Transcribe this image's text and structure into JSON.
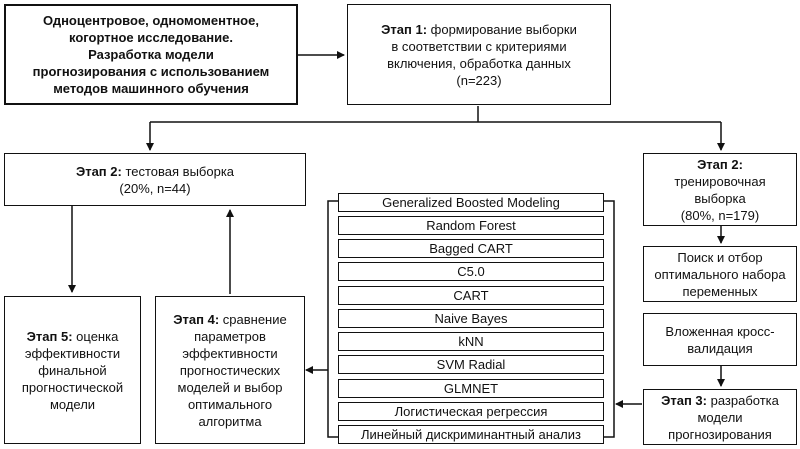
{
  "design": {
    "lines": [
      "Одноцентровое, одномоментное,",
      "когортное исследование.",
      "Разработка модели",
      "прогнозирования с использованием",
      "методов машинного обучения"
    ]
  },
  "stage1": {
    "label": "Этап 1:",
    "line1": " формирование выборки",
    "line2": "в соответствии с критериями",
    "line3": "включения, обработка данных",
    "line4": "(n=223)"
  },
  "stage2_test": {
    "label": "Этап 2:",
    "line1": " тестовая выборка",
    "line2": "(20%, n=44)"
  },
  "stage2_train": {
    "label": "Этап 2:",
    "line1": "тренировочная",
    "line2": "выборка",
    "line3": "(80%, n=179)"
  },
  "feature_selection": {
    "lines": [
      "Поиск и отбор",
      "оптимального набора",
      "переменных"
    ]
  },
  "nested_cv": {
    "lines": [
      "Вложенная кросс-",
      "валидация"
    ]
  },
  "stage3": {
    "label": "Этап 3:",
    "line1": " разработка",
    "line2": "модели",
    "line3": "прогнозирования"
  },
  "stage4": {
    "label": "Этап 4:",
    "line1": " сравнение",
    "line2": "параметров",
    "line3": "эффективности",
    "line4": "прогностических",
    "line5": "моделей и выбор",
    "line6": "оптимального",
    "line7": "алгоритма"
  },
  "stage5": {
    "label": "Этап 5:",
    "line1": " оценка",
    "line2": "эффективности",
    "line3": "финальной",
    "line4": "прогностической",
    "line5": "модели"
  },
  "algorithms": [
    "Generalized Boosted Modeling",
    "Random Forest",
    "Bagged CART",
    "C5.0",
    "CART",
    "Naive Bayes",
    "kNN",
    "SVM Radial",
    "GLMNET",
    "Логистическая регрессия",
    "Линейный дискриминантный анализ"
  ],
  "colors": {
    "stroke": "#111111",
    "background": "#ffffff"
  }
}
